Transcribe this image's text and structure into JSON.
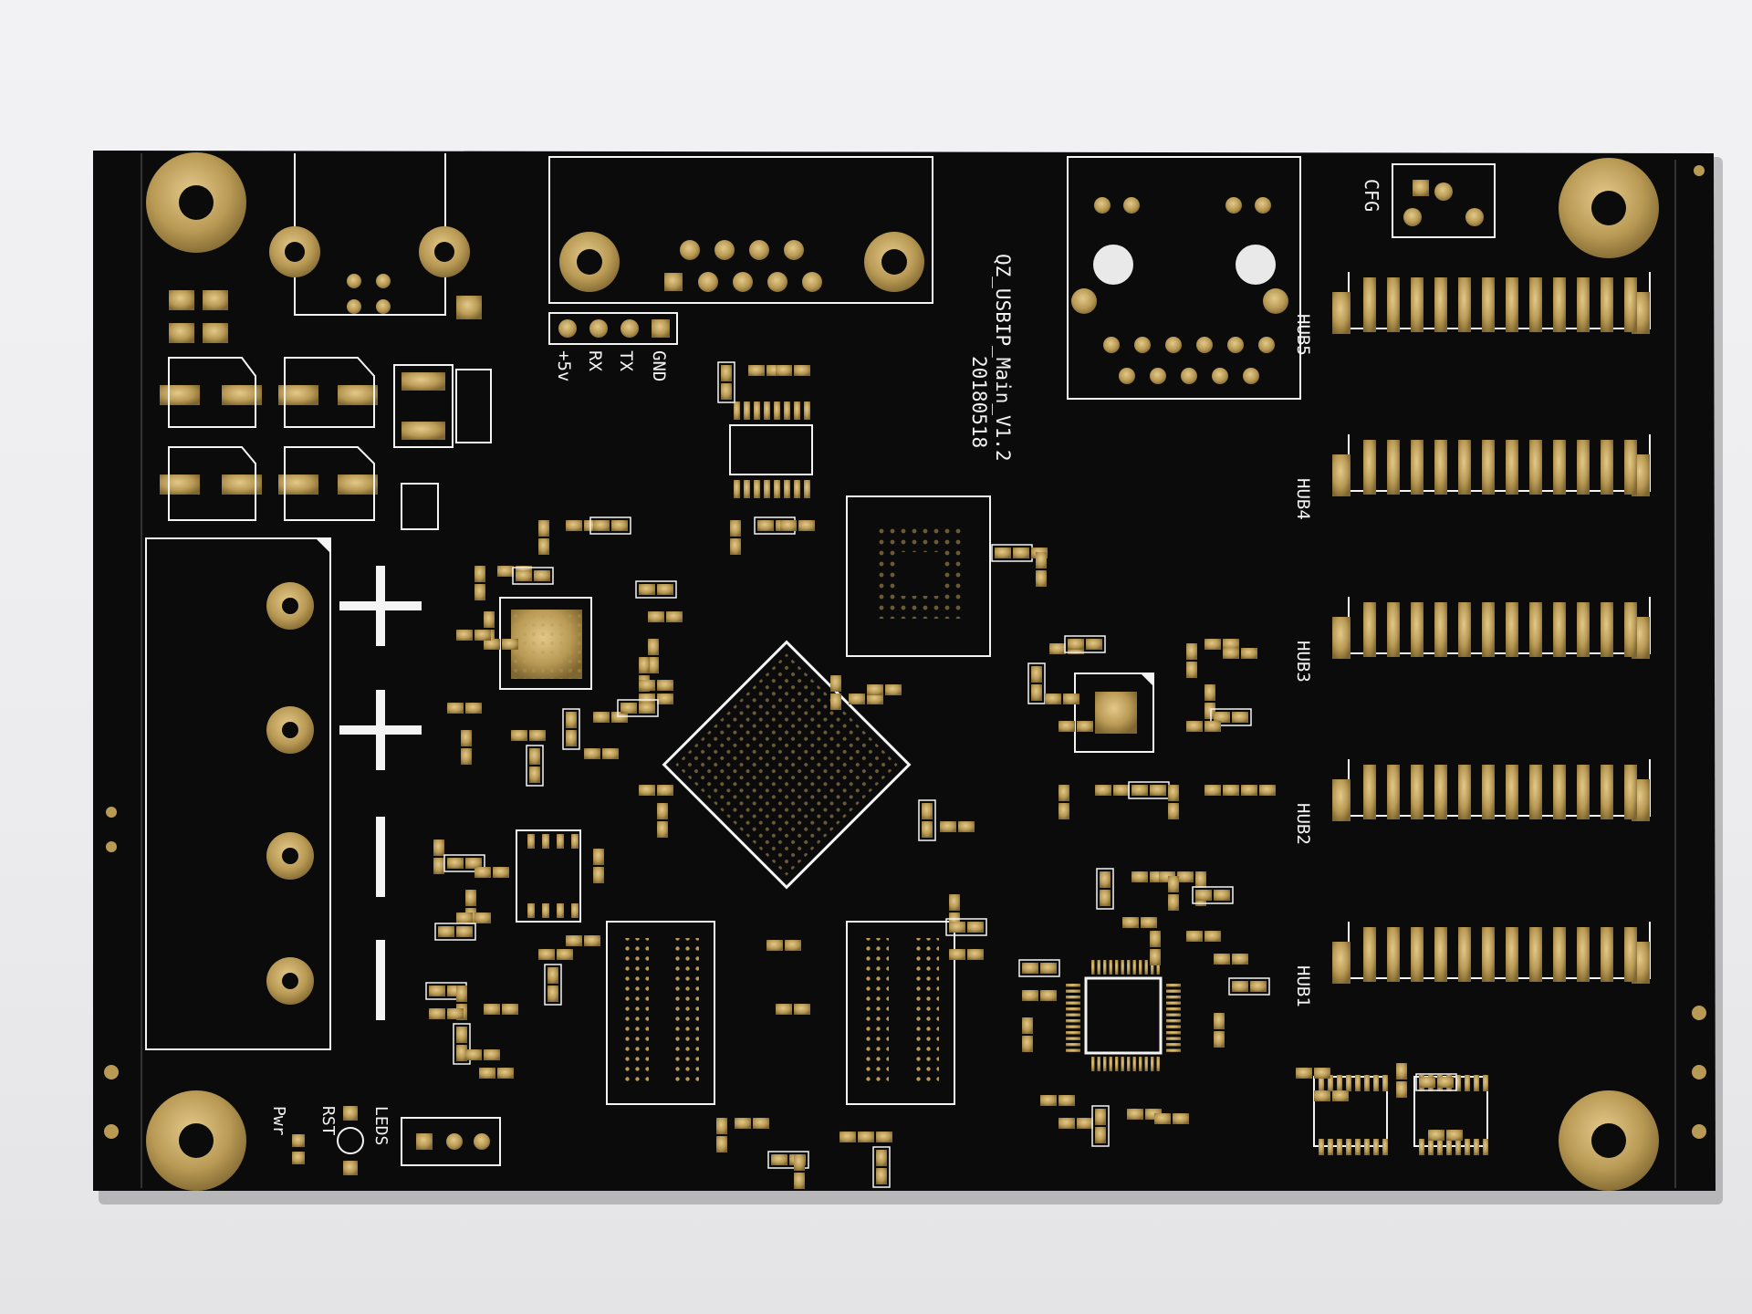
{
  "board": {
    "id_line1": "QZ_USBIP_Main_V1.2",
    "id_line2": "20180518"
  },
  "labels": {
    "cfg": "CFG",
    "hub5": "HUB5",
    "hub4": "HUB4",
    "hub3": "HUB3",
    "hub2": "HUB2",
    "hub1": "HUB1",
    "uart_5v": "+5v",
    "uart_rx": "RX",
    "uart_tx": "TX",
    "uart_gnd": "GND",
    "leds": "LEDS",
    "rst": "RST",
    "pwr": "Pwr"
  },
  "colors": {
    "background": "#ececee",
    "solder_mask": "#0b0b0c",
    "gold_pad": "#b99a55",
    "silkscreen": "#f4f4f4"
  }
}
